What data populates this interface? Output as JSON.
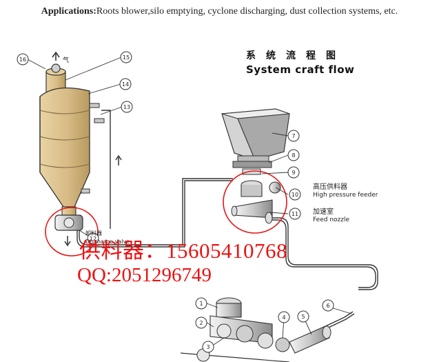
{
  "header": {
    "label": "Applications:",
    "text": "Roots blower,silo emptying, cyclone discharging, dust collection systems, etc."
  },
  "diagram": {
    "title_cn": "系统流程图",
    "title_en": "System craft flow",
    "labels": {
      "feeder_cn": "高压供料器",
      "feeder_en": "High pressure feeder",
      "nozzle_cn": "加速室",
      "nozzle_en": "Feed nozzle",
      "discharge_cn": "卸料器",
      "discharge_en": "Discharge valve",
      "gas_symbol": "气"
    },
    "part_numbers": [
      "1",
      "2",
      "3",
      "4",
      "5",
      "6",
      "7",
      "8",
      "9",
      "10",
      "11",
      "12",
      "13",
      "14",
      "15",
      "16"
    ]
  },
  "overlay": {
    "contact": "供料器：15605410768",
    "qq": "QQ:2051296749"
  },
  "colors": {
    "tank": "#d8bb86",
    "tank_dark": "#b89a5f",
    "outline": "#333333",
    "red": "#ee1111"
  }
}
